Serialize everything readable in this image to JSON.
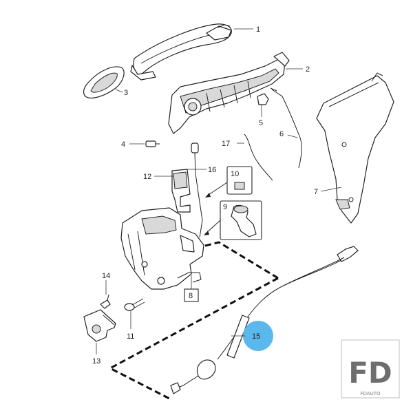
{
  "diagram": {
    "part_numbers": [
      "1",
      "2",
      "3",
      "4",
      "5",
      "6",
      "7",
      "8",
      "9",
      "10",
      "11",
      "12",
      "13",
      "14",
      "15",
      "16",
      "17"
    ],
    "highlight_part": "15",
    "highlight_color": "#5bb8ec"
  },
  "logo": {
    "mark": "FD",
    "subtitle": "FDAUTO"
  }
}
